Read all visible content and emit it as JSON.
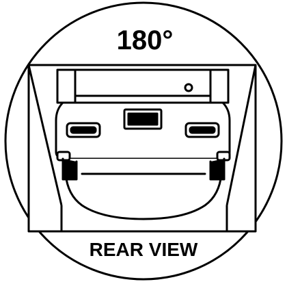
{
  "angle_label": "180°",
  "caption": "REAR VIEW",
  "icons": {
    "frame": "circle-frame",
    "view_cone": "view-angle-cone",
    "vehicle": "car-rear-icon"
  },
  "colors": {
    "line": "#000000",
    "background": "#ffffff"
  }
}
